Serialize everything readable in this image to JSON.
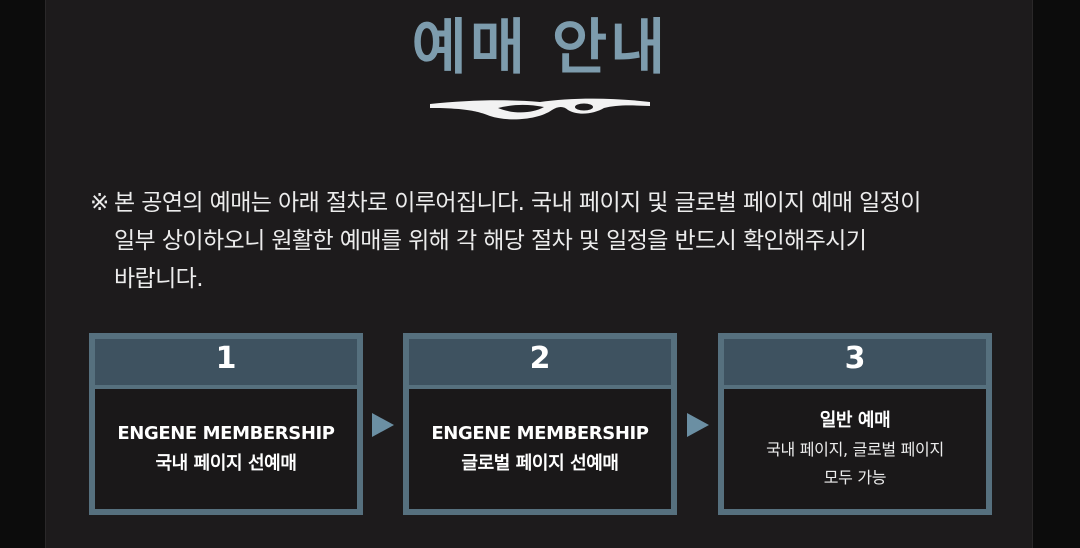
{
  "header": {
    "title": "예매 안내"
  },
  "notice": {
    "mark": "※",
    "line1": "본 공연의 예매는 아래 절차로 이루어집니다. 국내 페이지 및 글로벌 페이지 예매 일정이",
    "line2": "일부 상이하오니 원활한 예매를 위해 각 해당 절차 및 일정을 반드시 확인해주시기",
    "line3": "바랍니다."
  },
  "steps": [
    {
      "number": "1",
      "line1": "ENGENE MEMBERSHIP",
      "line2": "국내 페이지 선예매"
    },
    {
      "number": "2",
      "line1": "ENGENE MEMBERSHIP",
      "line2": "글로벌 페이지 선예매"
    },
    {
      "number": "3",
      "line1": "일반 예매",
      "line2": "국내 페이지, 글로벌 페이지",
      "line3": "모두 가능"
    }
  ],
  "icons": {
    "ornament": "swirl-ornament-icon",
    "arrow": "triangle-right-icon"
  },
  "colors": {
    "title": "#7d9cad",
    "step_frame": "#56707e",
    "step_header": "#3e5260",
    "panel_bg": "#1d1b1c"
  }
}
